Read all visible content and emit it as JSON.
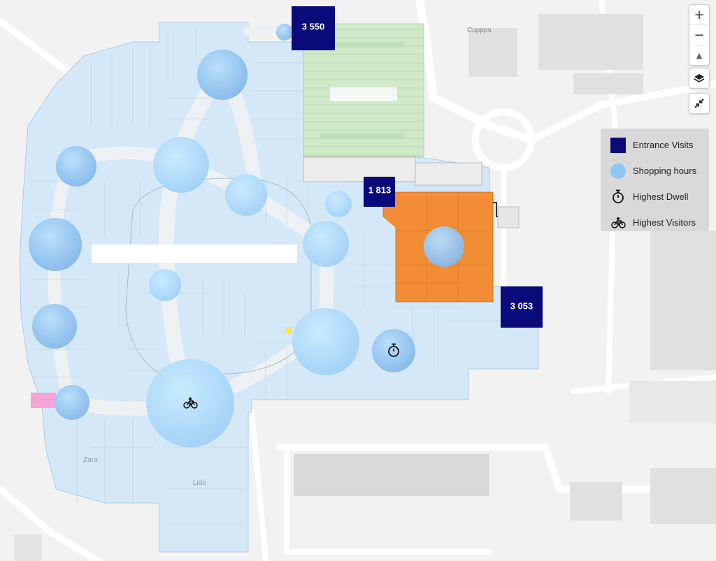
{
  "map": {
    "place_labels": {
      "cuppps": "Cuppps",
      "zara": "Zara",
      "lido": "Lido"
    },
    "entrance_markers": [
      {
        "label": "3 550"
      },
      {
        "label": "1 813"
      },
      {
        "label": "3 053"
      }
    ]
  },
  "controls": {
    "zoom_in": "+",
    "zoom_out": "−",
    "reset_north": "▲",
    "layers": "layers-icon",
    "collapse": "collapse-icon"
  },
  "legend": {
    "items": [
      {
        "label": "Entrance Visits",
        "color": "#0a0a7a",
        "icon": "square"
      },
      {
        "label": "Shopping hours",
        "color": "#8ec7f5",
        "icon": "circle"
      },
      {
        "label": "Highest Dwell",
        "icon": "stopwatch-icon"
      },
      {
        "label": "Highest Visitors",
        "icon": "bicycle-icon"
      }
    ]
  },
  "colors": {
    "floor": "#d5e8f7",
    "corridor": "#e8ecef",
    "parking": "#cde8c7",
    "highlight_zone": "#f28c35",
    "entrance": "#0a0a7a",
    "bubble_light": "#b9e0fb",
    "bubble_dark": "#7fb3e8"
  }
}
